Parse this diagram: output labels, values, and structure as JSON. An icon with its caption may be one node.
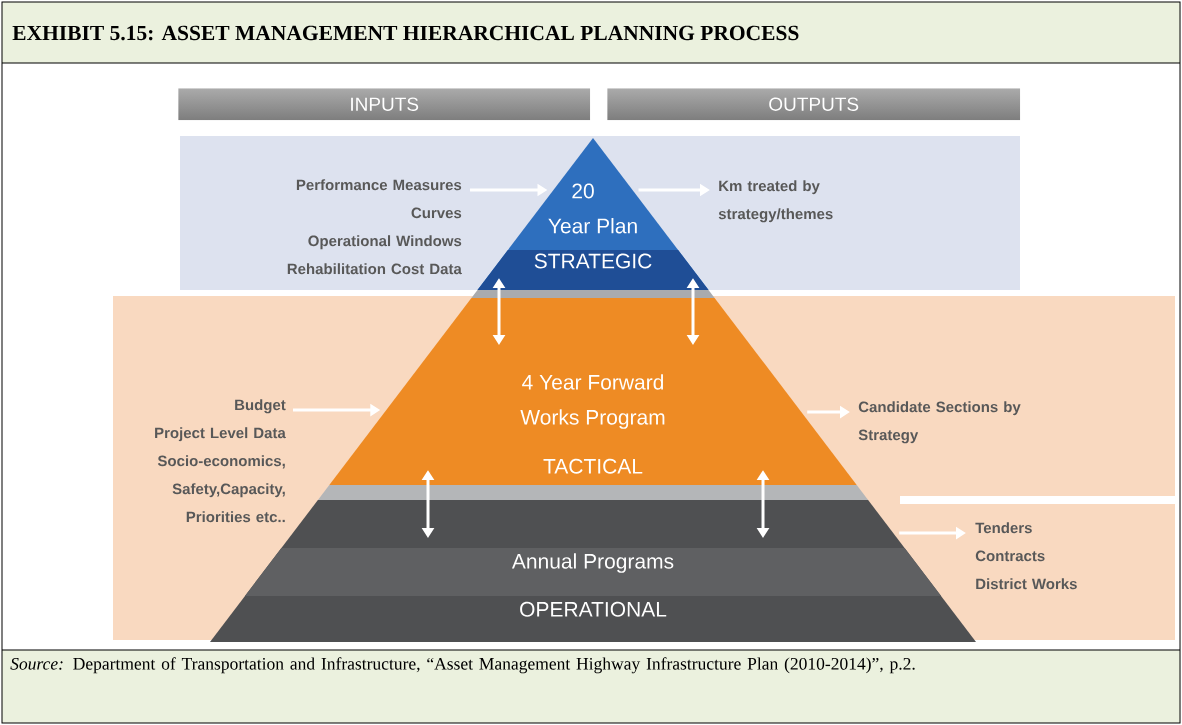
{
  "diagram": {
    "title": "EXHIBIT 5.15: ASSET MANAGEMENT HIERARCHICAL PLANNING PROCESS",
    "caption": "*Source:* Department of Transportation and Infrastructure, “Asset Management Highway Infrastructure Plan (2010-2014)”, p.2.",
    "nodes": [
      {
        "text": [
          "INPUTS"
        ]
      },
      {
        "text": [
          "OUTPUTS"
        ]
      },
      {
        "text": [
          "Performance Measures",
          "Curves",
          "Operational Windows",
          "Rehabilitation Cost Data"
        ]
      },
      {
        "text": [
          "20 Year Plan",
          "STRATEGIC"
        ]
      },
      {
        "text": [
          "Km treated by strategy/themes"
        ]
      },
      {
        "text": [
          "Budget",
          "Project Level Data",
          "Socio-economics,",
          "Safety,Capacity,",
          "Priorities etc.."
        ]
      },
      {
        "text": [
          "4 Year Forward Works Program",
          "TACTICAL"
        ]
      },
      {
        "text": [
          "Candidate Sections by Strategy"
        ]
      },
      {
        "text": [
          "Annual Programs",
          "OPERATIONAL"
        ]
      },
      {
        "text": [
          "Tenders",
          "Contracts",
          "District Works"
        ]
      }
    ],
    "edges": [
      {
        "from": 2,
        "to": 3,
        "arrow": "to"
      },
      {
        "from": 3,
        "to": 4,
        "arrow": "to"
      },
      {
        "from": 5,
        "to": 6,
        "arrow": "to"
      },
      {
        "from": 6,
        "to": 7,
        "arrow": "to"
      },
      {
        "from": 3,
        "to": 6,
        "arrow": "both"
      },
      {
        "from": 3,
        "to": 6,
        "arrow": "both"
      },
      {
        "from": 6,
        "to": 8,
        "arrow": "both"
      },
      {
        "from": 6,
        "to": 8,
        "arrow": "both"
      },
      {
        "from": 8,
        "to": 9,
        "arrow": "to"
      }
    ]
  }
}
